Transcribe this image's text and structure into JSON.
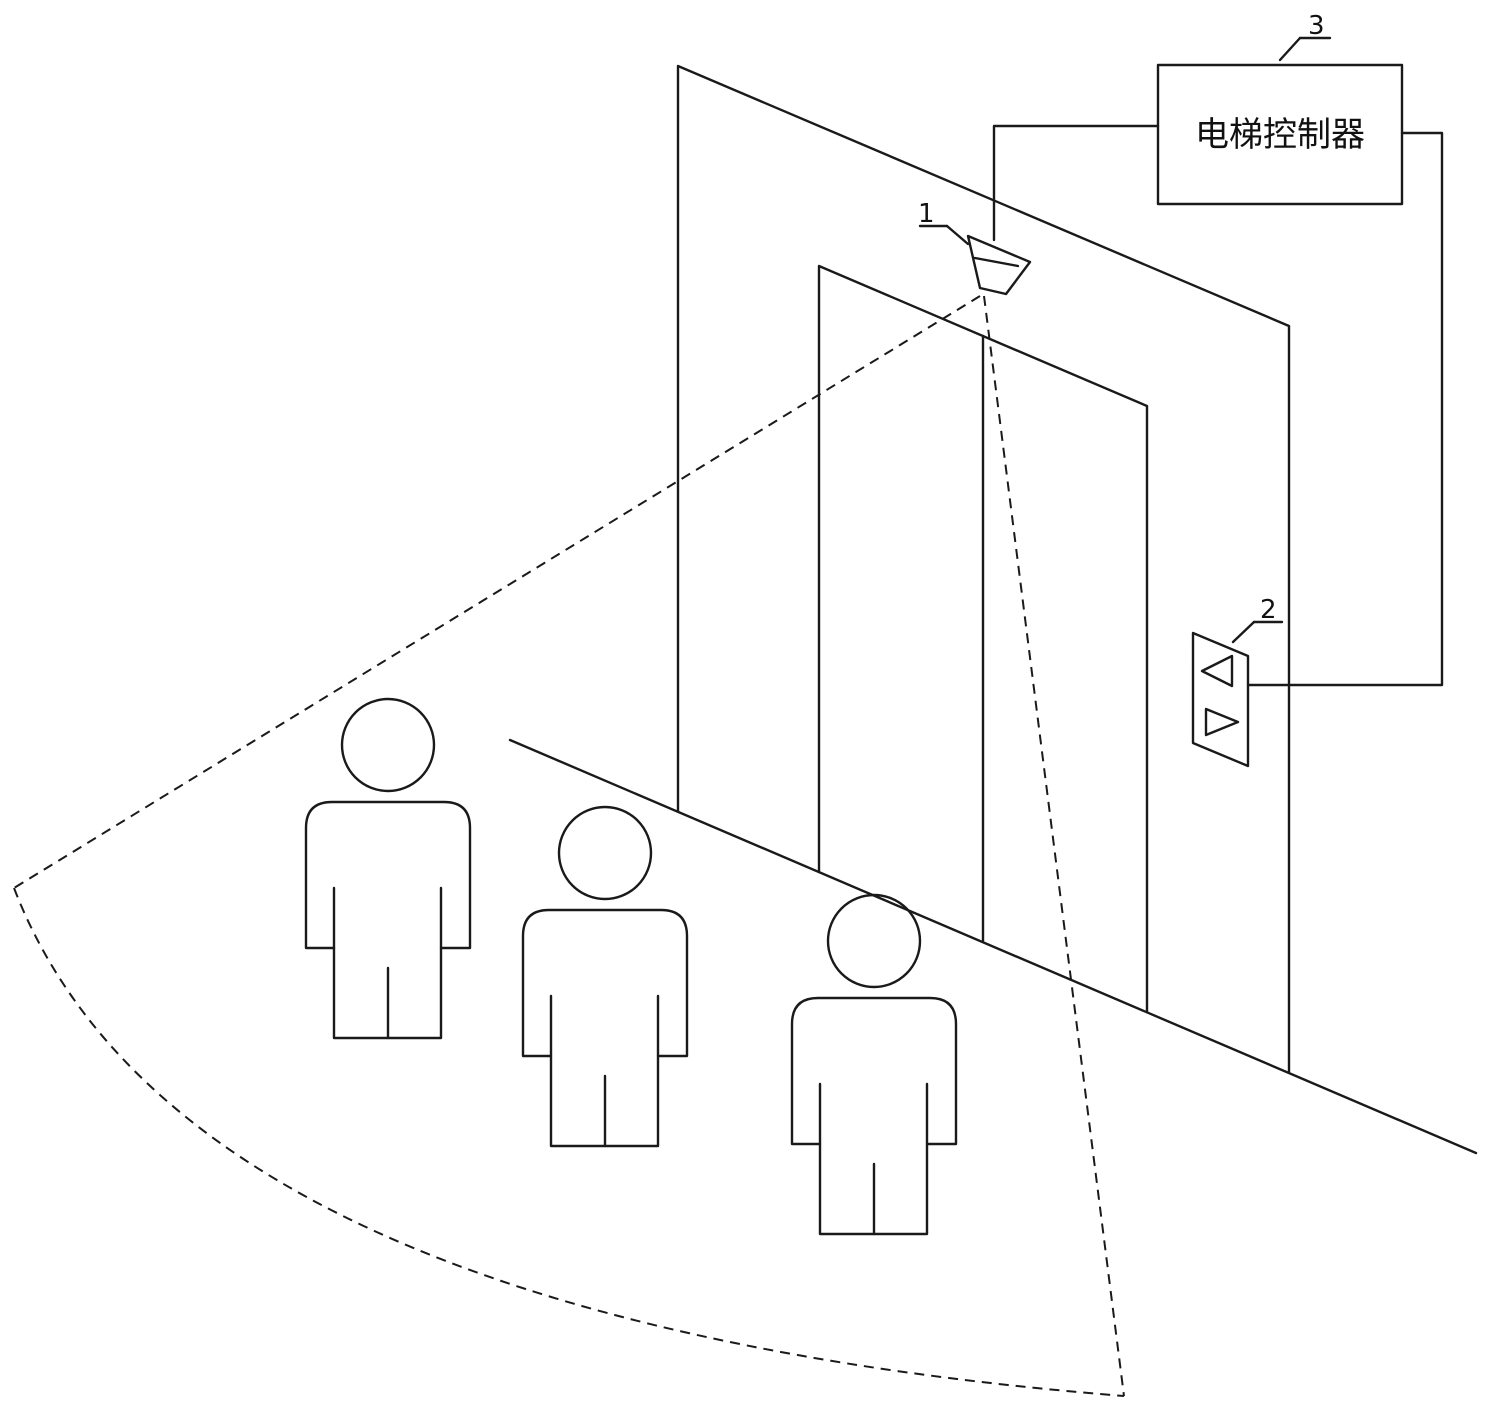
{
  "controller": {
    "label": "电梯控制器"
  },
  "callouts": {
    "sensor": "1",
    "call_panel": "2",
    "controller": "3"
  },
  "call_panel": {
    "up_icon": "up-triangle-icon",
    "down_icon": "down-triangle-icon"
  },
  "people_count": 3
}
